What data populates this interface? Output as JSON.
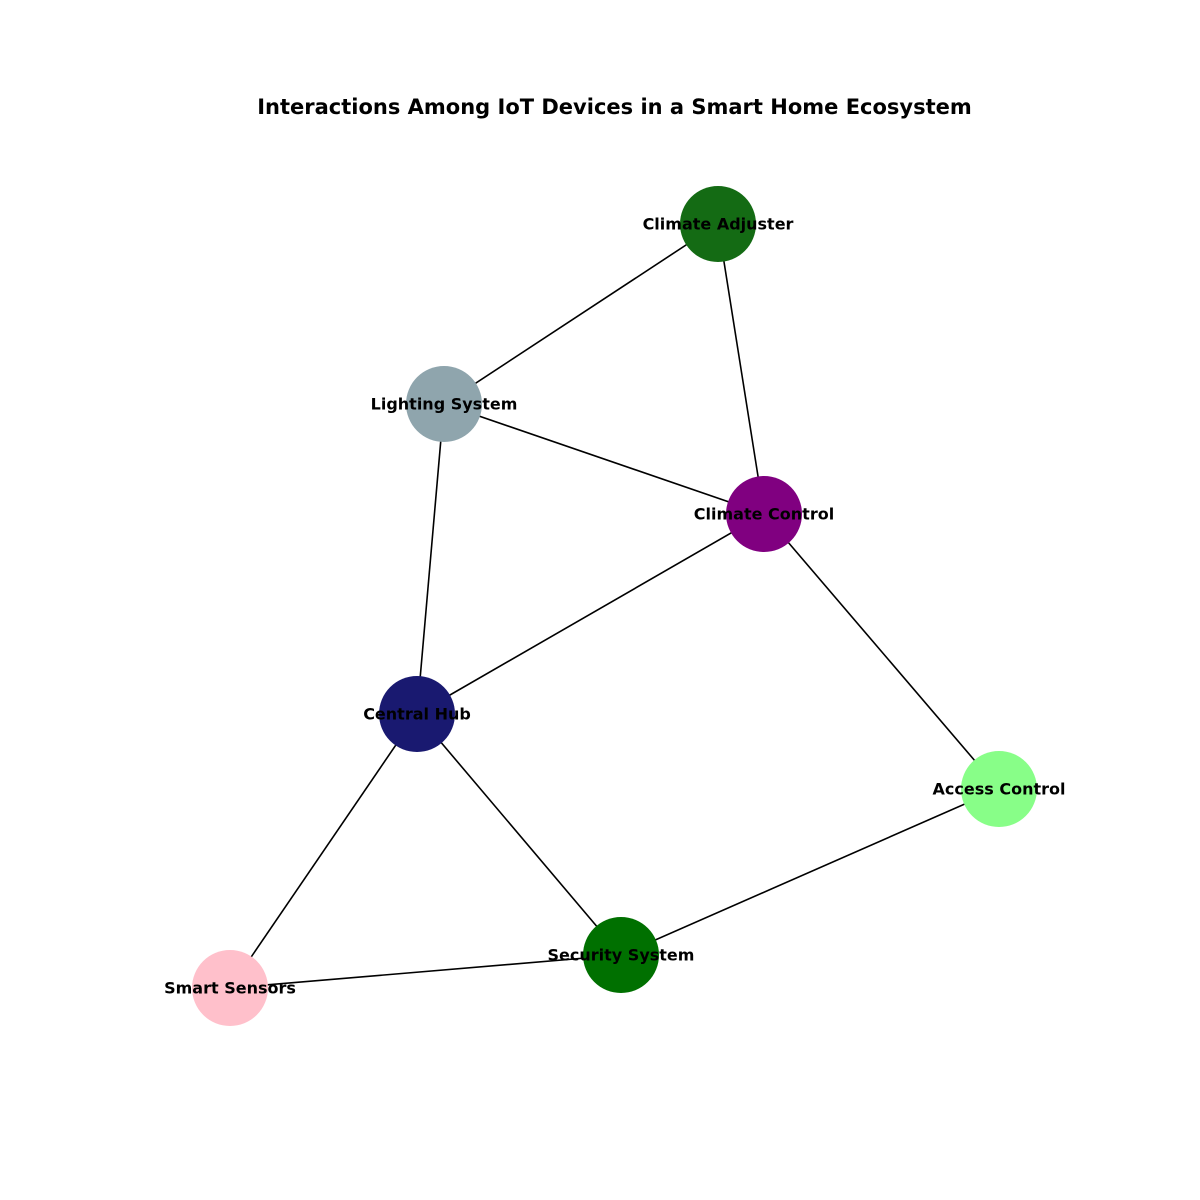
{
  "title": "Interactions Among IoT Devices in a Smart Home Ecosystem",
  "nodes": [
    {
      "id": "climate-adjuster",
      "label": "Climate Adjuster",
      "color": "#146b14"
    },
    {
      "id": "lighting-system",
      "label": "Lighting System",
      "color": "#8fa5ad"
    },
    {
      "id": "climate-control",
      "label": "Climate Control",
      "color": "#800080"
    },
    {
      "id": "central-hub",
      "label": "Central Hub",
      "color": "#191970"
    },
    {
      "id": "access-control",
      "label": "Access Control",
      "color": "#88fe88"
    },
    {
      "id": "security-system",
      "label": "Security System",
      "color": "#007000"
    },
    {
      "id": "smart-sensors",
      "label": "Smart Sensors",
      "color": "#ffc0cb"
    }
  ],
  "edges": [
    {
      "source": "climate-adjuster",
      "target": "lighting-system"
    },
    {
      "source": "climate-adjuster",
      "target": "climate-control"
    },
    {
      "source": "lighting-system",
      "target": "climate-control"
    },
    {
      "source": "lighting-system",
      "target": "central-hub"
    },
    {
      "source": "climate-control",
      "target": "central-hub"
    },
    {
      "source": "climate-control",
      "target": "access-control"
    },
    {
      "source": "central-hub",
      "target": "smart-sensors"
    },
    {
      "source": "central-hub",
      "target": "security-system"
    },
    {
      "source": "access-control",
      "target": "security-system"
    },
    {
      "source": "security-system",
      "target": "smart-sensors"
    }
  ]
}
